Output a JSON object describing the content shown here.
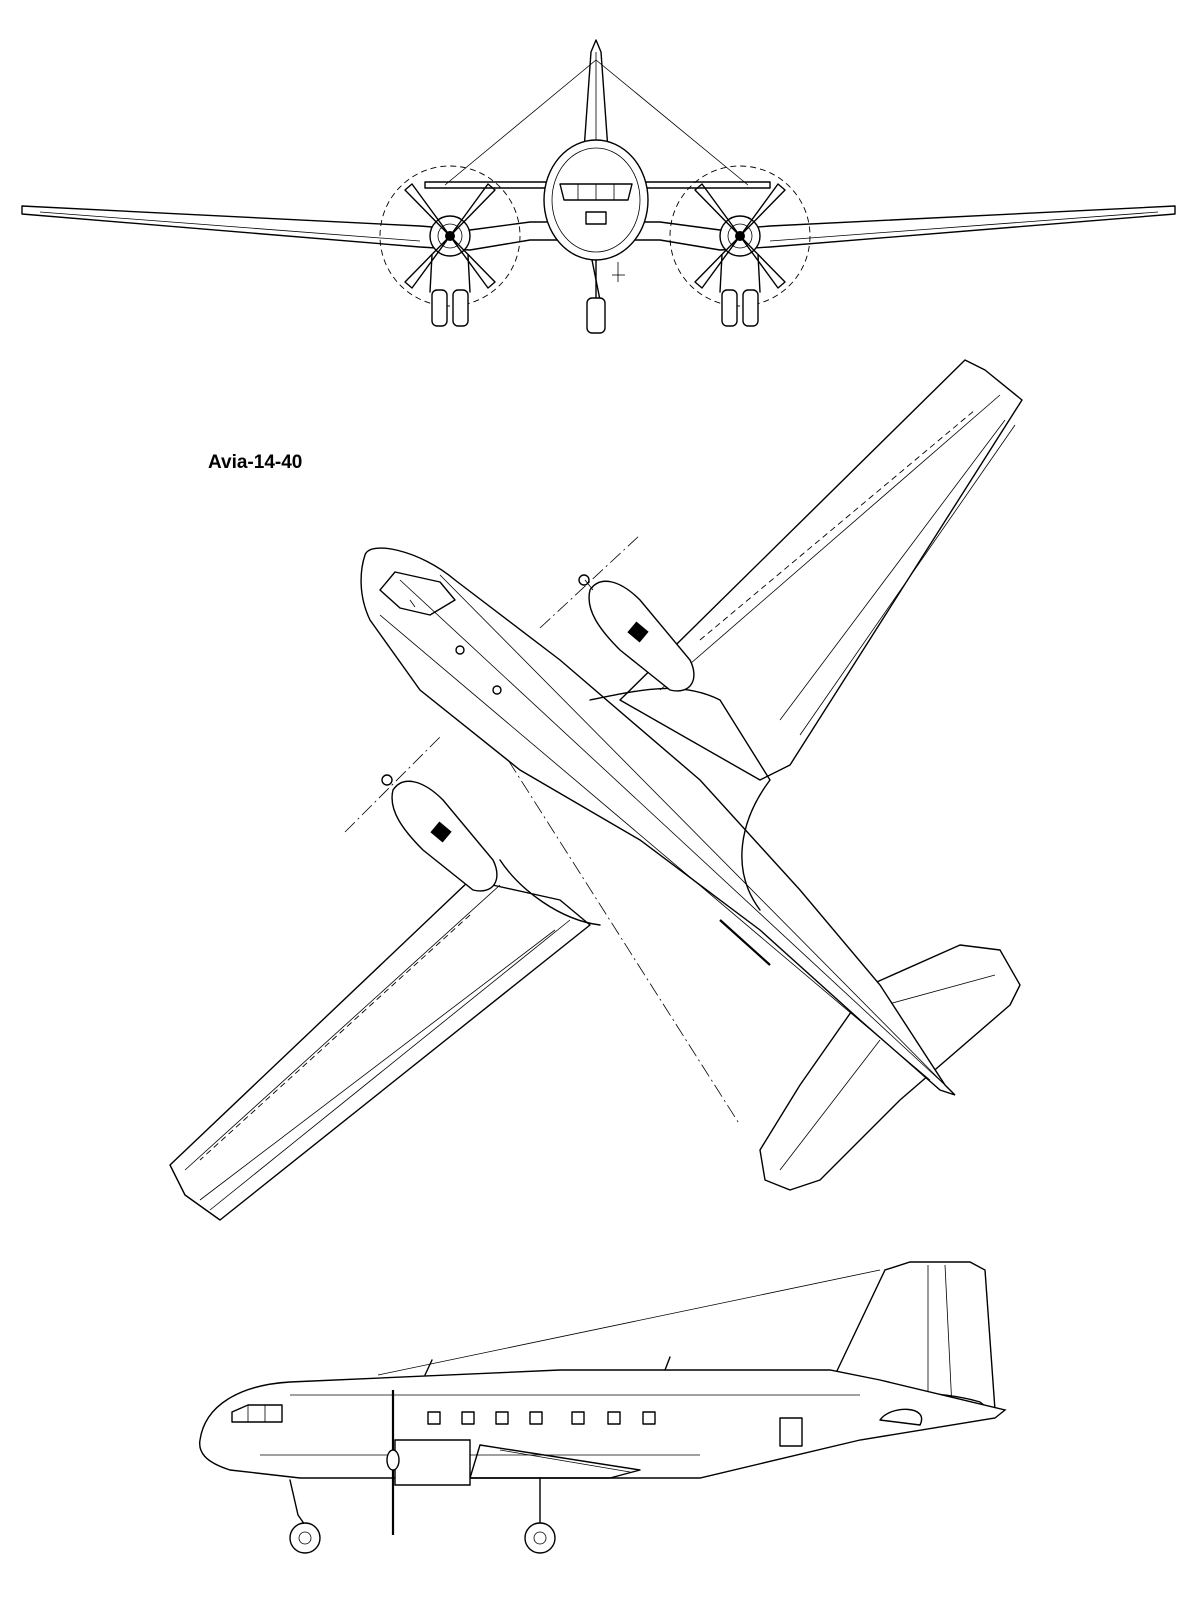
{
  "drawing": {
    "title": "Avia-14-40",
    "views": [
      "front-view",
      "top-view",
      "side-view"
    ]
  }
}
